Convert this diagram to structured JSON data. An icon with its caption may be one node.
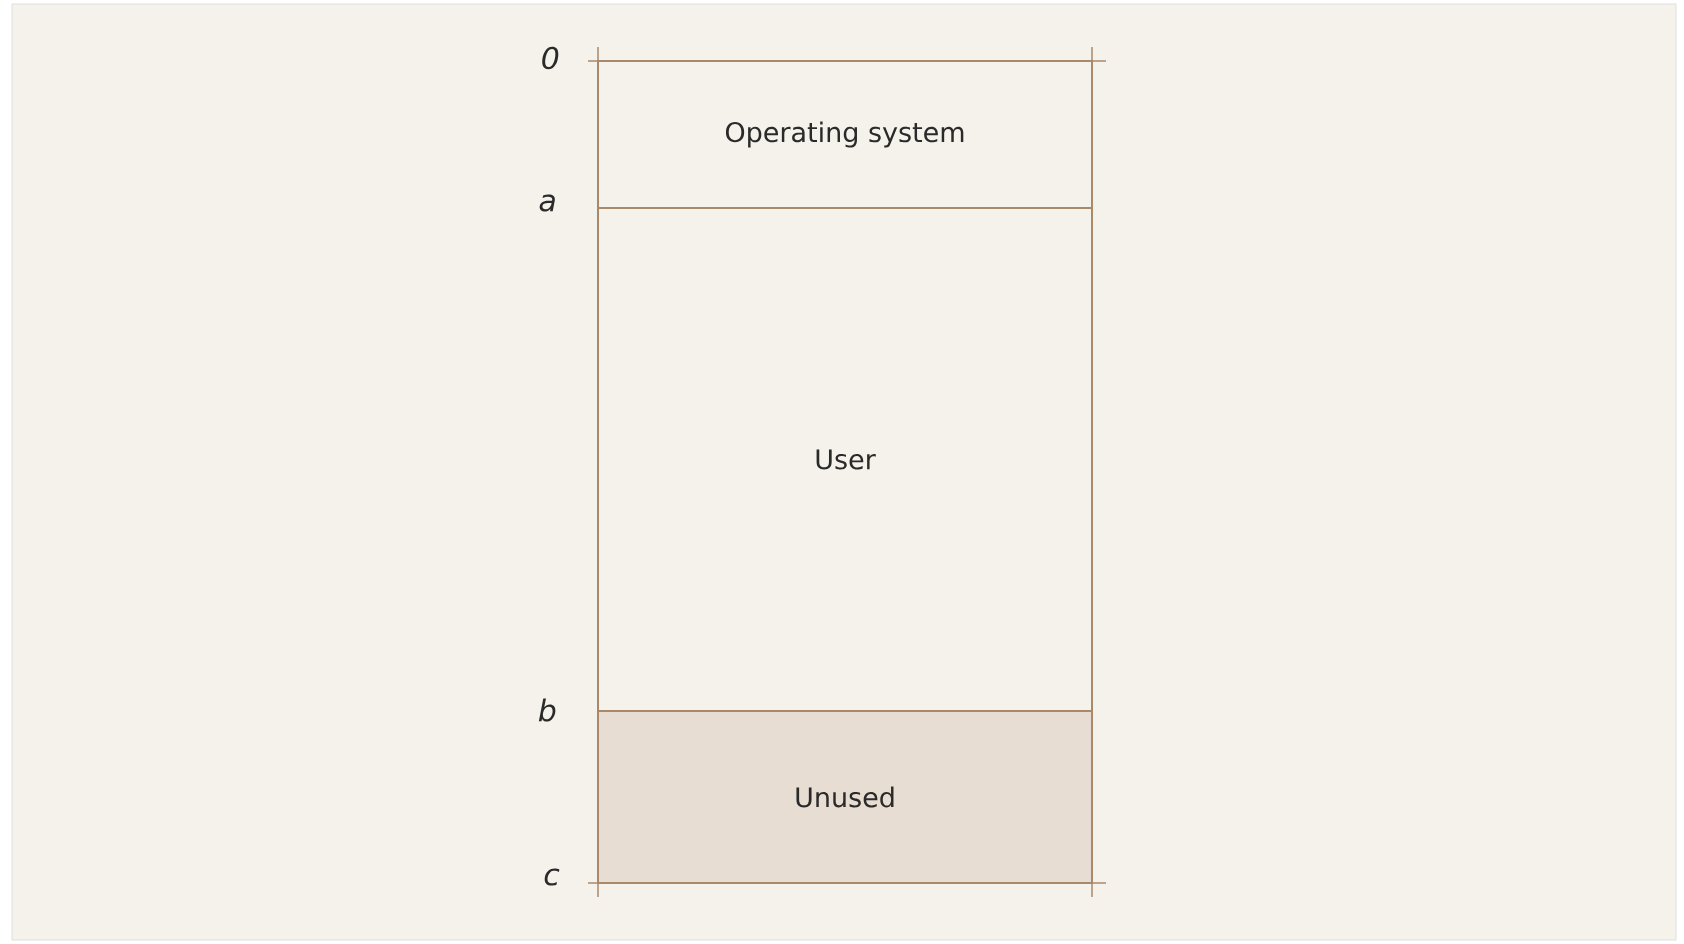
{
  "diagram": {
    "nodes": [
      {
        "text": [
          "Operating system"
        ]
      },
      {
        "text": [
          "User"
        ]
      },
      {
        "text": [
          "Unused"
        ]
      }
    ],
    "labels": [
      "0",
      "a",
      "b",
      "c"
    ]
  }
}
